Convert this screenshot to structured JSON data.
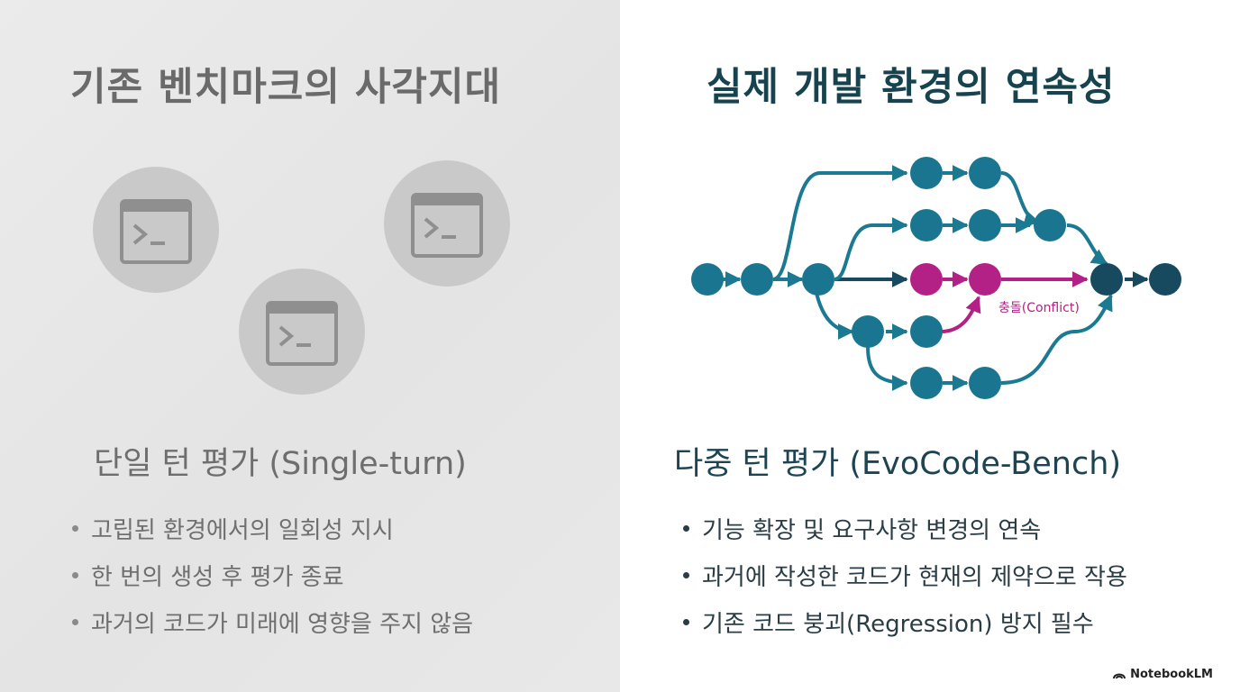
{
  "left": {
    "title": "기존 벤치마크의 사각지대",
    "icons": [
      "terminal-icon",
      "terminal-icon",
      "terminal-icon"
    ],
    "heading": "단일 턴 평가 (Single-turn)",
    "bullets": [
      "고립된 환경에서의 일회성 지시",
      "한 번의 생성 후 평가 종료",
      "과거의 코드가 미래에 영향을 주지 않음"
    ]
  },
  "right": {
    "title": "실제 개발 환경의 연속성",
    "conflict_label": "충돌(Conflict)",
    "heading": "다중 턴 평가 (EvoCode-Bench)",
    "bullets": [
      "기능 확장 및 요구사항 변경의 연속",
      "과거에 작성한 코드가 현재의 제약으로 작용",
      "기존 코드 붕괴(Regression) 방지 필수"
    ]
  },
  "colors": {
    "node_teal": "#1a7690",
    "node_dark": "#174a5e",
    "conflict_magenta": "#b32187",
    "edge_teal": "#1b7a91"
  },
  "brand": {
    "icon": "notebooklm-icon",
    "name": "NotebookLM"
  }
}
